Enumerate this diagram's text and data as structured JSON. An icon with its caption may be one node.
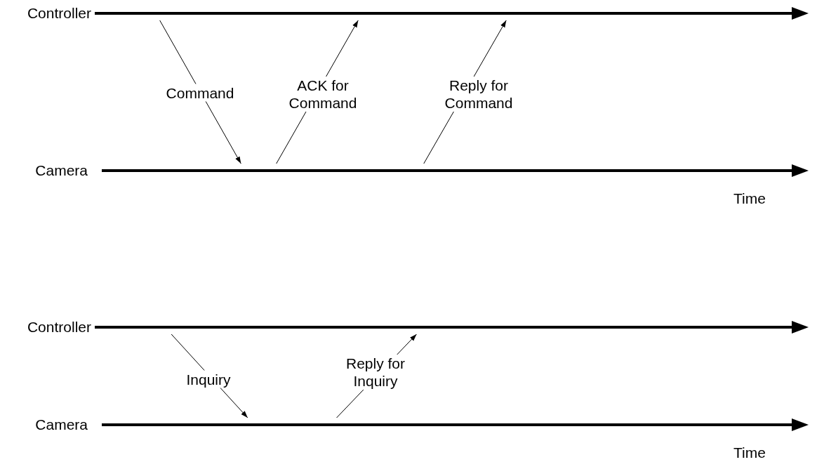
{
  "diagram": {
    "nodes": [
      {
        "text": [
          "Controller"
        ]
      },
      {
        "text": [
          "Camera"
        ]
      },
      {
        "text": [
          "Controller"
        ]
      },
      {
        "text": [
          "Camera"
        ]
      }
    ],
    "edges": [
      {
        "from": 0,
        "to": 1,
        "arrow": "to",
        "label": "Command"
      },
      {
        "from": 1,
        "to": 0,
        "arrow": "to",
        "label": "ACK for Command"
      },
      {
        "from": 1,
        "to": 0,
        "arrow": "to",
        "label": "Reply for Command"
      },
      {
        "from": 2,
        "to": 3,
        "arrow": "to",
        "label": "Inquiry"
      },
      {
        "from": 3,
        "to": 2,
        "arrow": "to",
        "label": "Reply for Inquiry"
      }
    ],
    "labels": [
      "Time",
      "Time"
    ]
  }
}
